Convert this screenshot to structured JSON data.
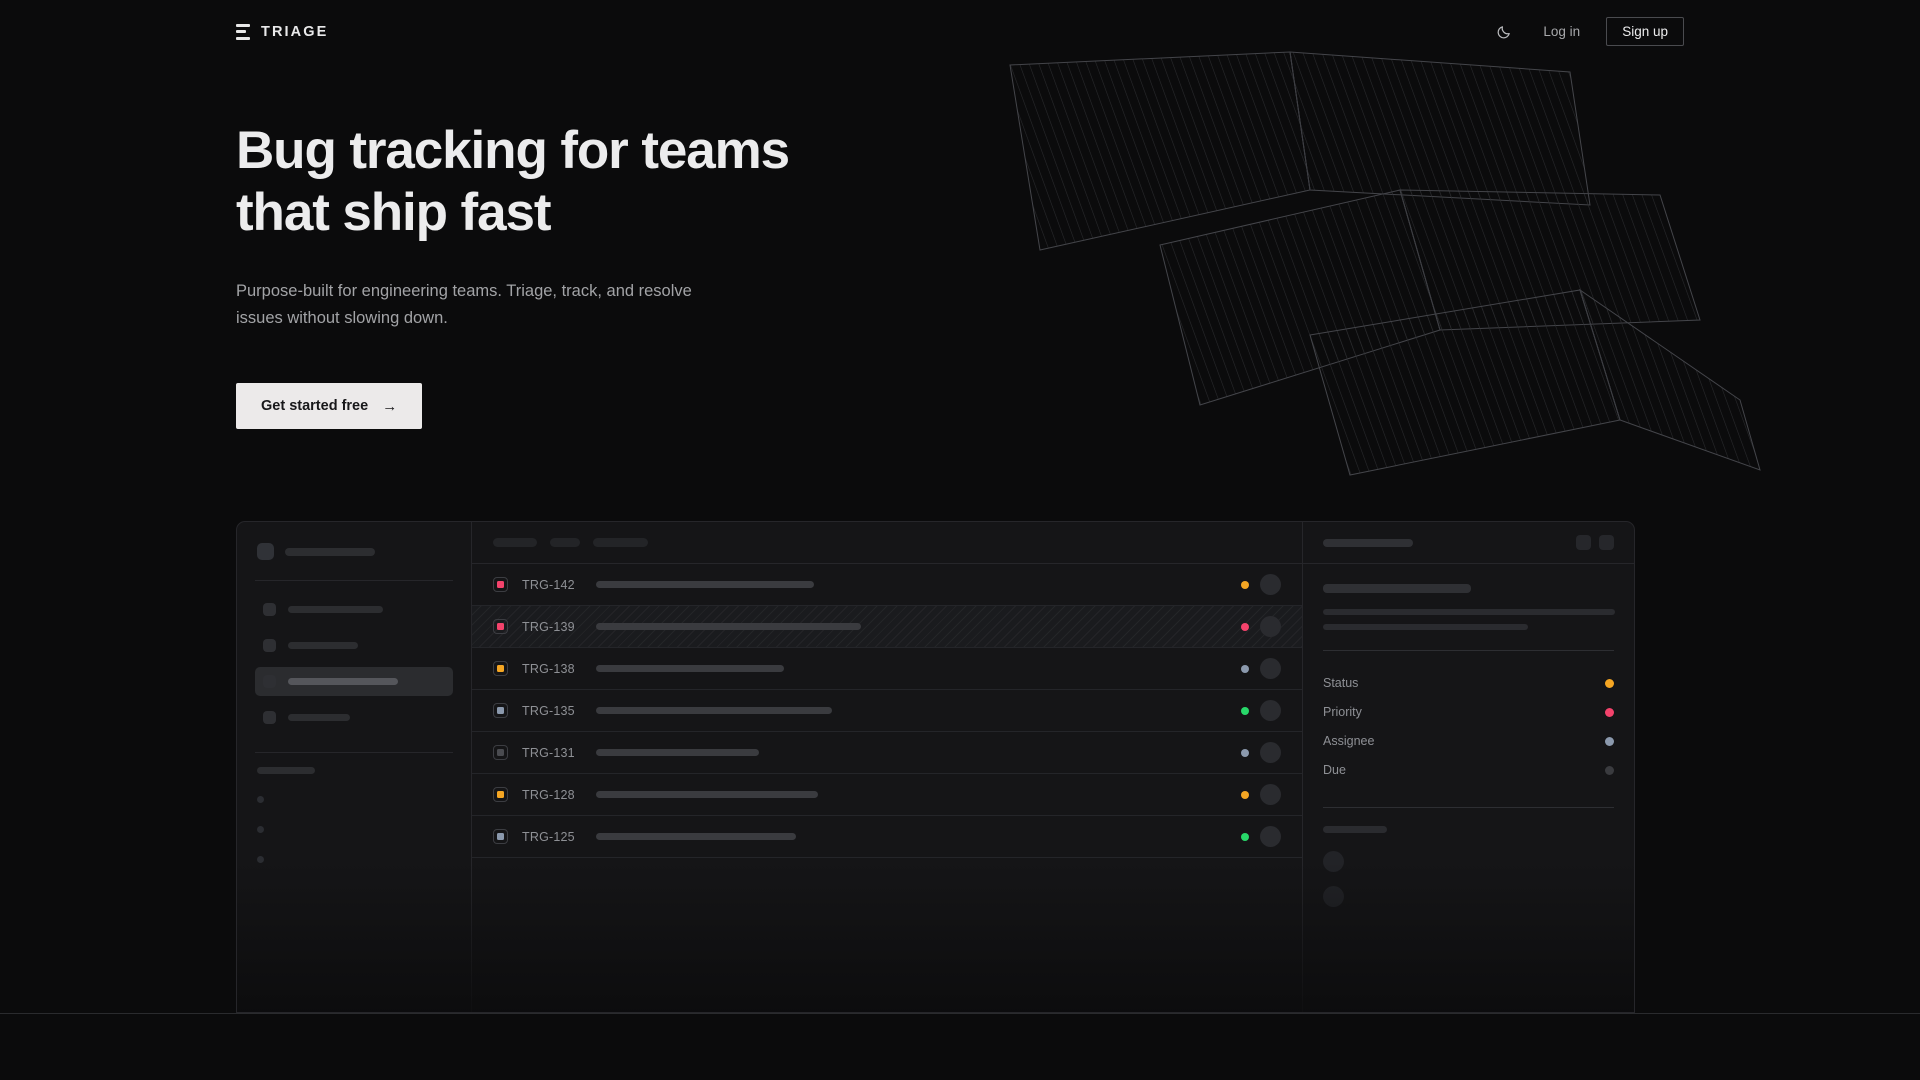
{
  "header": {
    "brand": "TRIAGE",
    "brand_icon": "stacked-bars-logo-icon",
    "theme_toggle_icon": "moon-icon",
    "login_label": "Log in",
    "signup_label": "Sign up"
  },
  "hero": {
    "heading_line1": "Bug tracking for teams",
    "heading_line2": "that ship fast",
    "subtitle": "Purpose-built for engineering teams. Triage, track, and resolve issues without slowing down.",
    "cta_label": "Get started free",
    "cta_arrow": "→"
  },
  "mockup": {
    "sidebar": {
      "workspace_width": 90,
      "nav_items": [
        {
          "width": 95,
          "active": false
        },
        {
          "width": 70,
          "active": false
        },
        {
          "width": 110,
          "active": true
        },
        {
          "width": 62,
          "active": false
        }
      ],
      "section_label_width": 58,
      "sub_items": [
        1,
        2,
        3
      ]
    },
    "toolbar": {
      "pills": [
        44,
        30,
        55
      ]
    },
    "issues": [
      {
        "id": "TRG-142",
        "priority_color": "#f4436c",
        "status_color": "#f5a623",
        "title_width": 218,
        "selected": false
      },
      {
        "id": "TRG-139",
        "priority_color": "#f4436c",
        "status_color": "#f4436c",
        "title_width": 265,
        "selected": true
      },
      {
        "id": "TRG-138",
        "priority_color": "#f5a623",
        "status_color": "#8b99ad",
        "title_width": 188,
        "selected": false
      },
      {
        "id": "TRG-135",
        "priority_color": "#8b99ad",
        "status_color": "#28d86a",
        "title_width": 236,
        "selected": false
      },
      {
        "id": "TRG-131",
        "priority_color": "#4a4b50",
        "status_color": "#8b99ad",
        "title_width": 163,
        "selected": false
      },
      {
        "id": "TRG-128",
        "priority_color": "#f5a623",
        "status_color": "#f5a623",
        "title_width": 222,
        "selected": false
      },
      {
        "id": "TRG-125",
        "priority_color": "#8b99ad",
        "status_color": "#28d86a",
        "title_width": 200,
        "selected": false
      }
    ],
    "detail": {
      "header_title_width": 90,
      "title_width": 148,
      "desc_line_widths": [
        292,
        205
      ],
      "meta": [
        {
          "label": "Status",
          "color": "#f5a623"
        },
        {
          "label": "Priority",
          "color": "#f4436c"
        },
        {
          "label": "Assignee",
          "color": "#8b99ad"
        },
        {
          "label": "Due",
          "color": "#3a3b3f"
        }
      ],
      "activity_label_width": 64,
      "comments": [
        1,
        2
      ]
    }
  },
  "colors": {
    "background": "#0b0b0c",
    "panel": "#151517",
    "border": "#26262a",
    "text_primary": "#ececed",
    "text_muted": "#8e9095",
    "accent_orange": "#f5a623",
    "accent_pink": "#f4436c",
    "accent_green": "#28d86a",
    "accent_blue_gray": "#8b99ad",
    "cta_background": "#eceaea"
  }
}
